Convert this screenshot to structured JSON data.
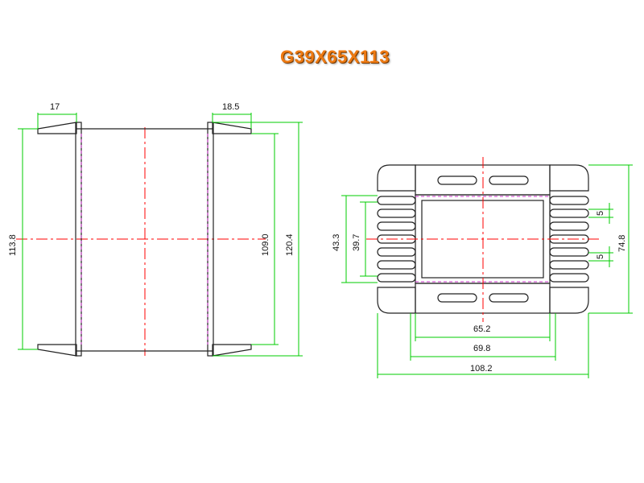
{
  "title": "G39X65X113",
  "colors": {
    "outline": "#222222",
    "dimension": "#00cc00",
    "centerline": "#ff0000",
    "hidden": "#cc33cc",
    "title": "#ee7a12"
  },
  "side_view": {
    "top_left_width": "17",
    "top_right_width": "18.5",
    "left_height": "113.8",
    "inner_height": "109.0",
    "outer_height": "120.4"
  },
  "end_view": {
    "left_outer_height": "43.3",
    "left_inner_height": "39.7",
    "slot_pitch_top": "5",
    "slot_pitch_bottom": "5",
    "right_height": "74.8",
    "width_inner": "65.2",
    "width_mid": "69.8",
    "width_outer": "108.2"
  }
}
